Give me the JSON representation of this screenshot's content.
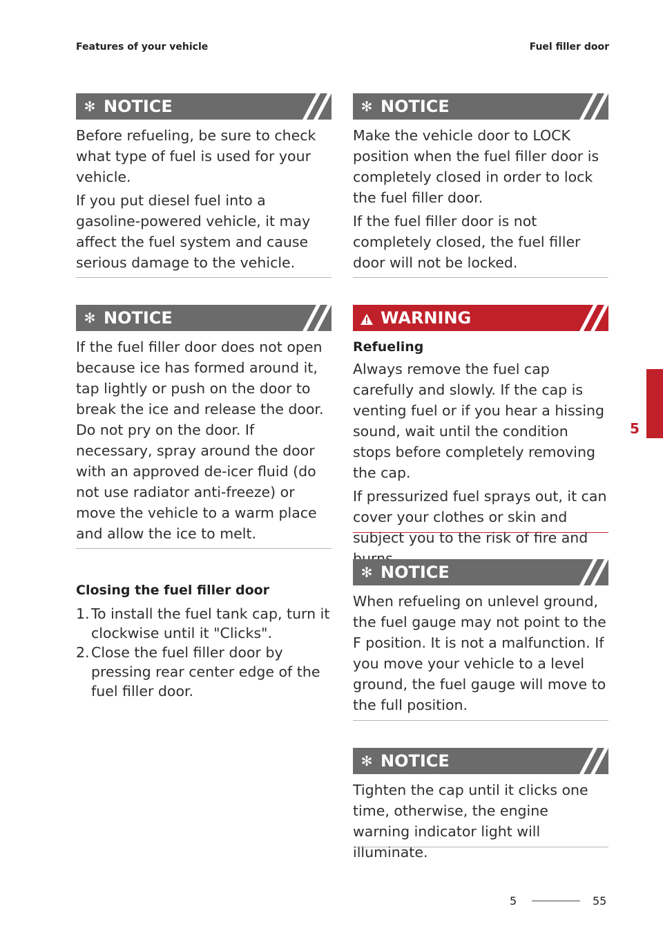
{
  "header": {
    "left": "Features of your vehicle",
    "right": "Fuel filler door"
  },
  "colors": {
    "notice_banner": "#6b6b6b",
    "warning_banner": "#c0202a",
    "accent": "#c0202a"
  },
  "left_column": {
    "notice1": {
      "icon": "asterisk-icon",
      "label": "NOTICE",
      "paragraphs": [
        "Before refueling, be sure to check what type of fuel is used for your vehicle.",
        "If you put diesel fuel into a gasoline-powered vehicle, it may affect the fuel system and cause serious damage to the vehicle."
      ]
    },
    "notice2": {
      "icon": "asterisk-icon",
      "label": "NOTICE",
      "paragraphs": [
        "If the fuel filler door does not open because ice has formed around it, tap lightly or push on the door to break the ice and release the door. Do not pry on the door. If necessary, spray around the door with an approved de-icer fluid (do not use radiator anti-freeze) or move the vehicle to a warm place and allow the ice to melt."
      ]
    },
    "closing": {
      "title": "Closing the fuel filler door",
      "steps": [
        {
          "num": "1.",
          "text": "To install the fuel tank cap, turn it clockwise until it \"Clicks\"."
        },
        {
          "num": "2.",
          "text": "Close the fuel filler door by pressing rear center edge of the fuel filler door."
        }
      ]
    }
  },
  "right_column": {
    "notice1": {
      "icon": "asterisk-icon",
      "label": "NOTICE",
      "paragraphs": [
        "Make the vehicle door to LOCK position when the fuel filler door is completely closed in order to lock the fuel filler door.",
        "If the fuel filler door is not completely closed, the fuel filler door will not be locked."
      ]
    },
    "warning": {
      "icon": "warning-triangle-icon",
      "label": "WARNING",
      "subhead": "Refueling",
      "paragraphs": [
        "Always remove the fuel cap carefully and slowly. If the cap is venting fuel or if you hear a hissing sound, wait until the condition stops before completely removing the cap.",
        "If pressurized fuel sprays out, it can cover your clothes or skin and subject you to the risk of fire and burns."
      ]
    },
    "notice2": {
      "icon": "asterisk-icon",
      "label": "NOTICE",
      "paragraphs": [
        "When refueling on unlevel ground, the fuel gauge may not point to the F position. It is not a malfunction. If you move your vehicle to a level ground, the fuel gauge will move to the full position."
      ]
    },
    "notice3": {
      "icon": "asterisk-icon",
      "label": "NOTICE",
      "paragraphs": [
        "Tighten the cap until it clicks one time, otherwise, the engine warning indicator light will illuminate."
      ]
    }
  },
  "side_tab": {
    "number": "5"
  },
  "footer": {
    "section": "5",
    "page": "55"
  }
}
